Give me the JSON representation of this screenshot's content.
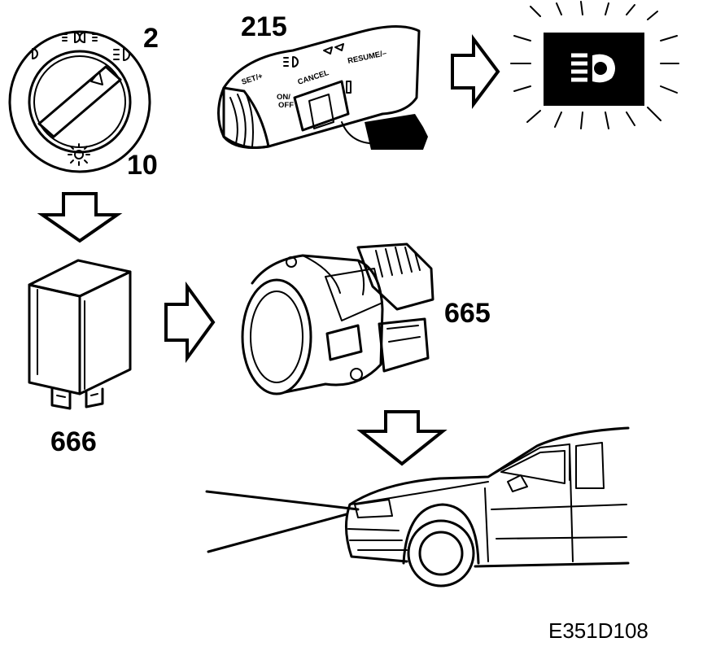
{
  "labels": {
    "switch_position_2": "2",
    "switch_position_10": "10",
    "stalk_component": "215",
    "relay_component": "666",
    "headlamp_component": "665",
    "figure_code": "E351D108"
  },
  "stalk_text": {
    "set": "SET/+",
    "resume": "RESUME/–",
    "cancel": "CANCEL",
    "on": "ON/",
    "off": "OFF"
  },
  "icons": {
    "light_switch": "rotary-light-switch",
    "stalk": "cruise-control-stalk",
    "indicator": "high-beam-indicator-icon",
    "relay": "relay-box",
    "headlamp": "fog-headlamp-unit",
    "car": "car-front-with-beam"
  },
  "colors": {
    "ink": "#000000",
    "paper": "#ffffff"
  }
}
